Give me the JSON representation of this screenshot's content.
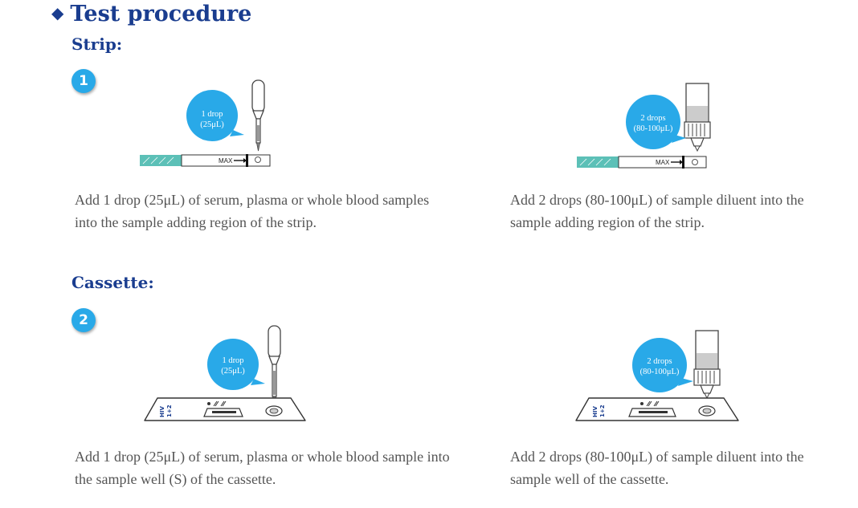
{
  "title": "Test procedure",
  "title_marker": "◆",
  "strip_section": {
    "heading": "Strip:",
    "step_number": "1",
    "left": {
      "bubble_line1": "1 drop",
      "bubble_line2": "(25μL)",
      "strip_label": "MAX",
      "description": "Add 1 drop (25μL) of serum, plasma or whole blood samples into the sample adding region of the strip."
    },
    "right": {
      "bubble_line1": "2 drops",
      "bubble_line2": "(80-100μL)",
      "strip_label": "MAX",
      "description": "Add 2 drops (80-100μL) of sample diluent into the sample adding region of the strip."
    }
  },
  "cassette_section": {
    "heading": "Cassette:",
    "step_number": "2",
    "left": {
      "bubble_line1": "1 drop",
      "bubble_line2": "(25μL)",
      "cassette_label1": "HIV",
      "cassette_label2": "1+2",
      "description": "Add 1 drop (25μL) of serum, plasma or whole blood sample into the sample well (S) of the cassette."
    },
    "right": {
      "bubble_line1": "2 drops",
      "bubble_line2": "(80-100μL)",
      "cassette_label1": "HIV",
      "cassette_label2": "1+2",
      "description": "Add 2 drops (80-100μL) of sample diluent into the sample well of the cassette."
    }
  },
  "colors": {
    "heading": "#1a3d8f",
    "bubble": "#29a9e8",
    "text": "#555555",
    "strip_pad": "#5cc0b7"
  }
}
